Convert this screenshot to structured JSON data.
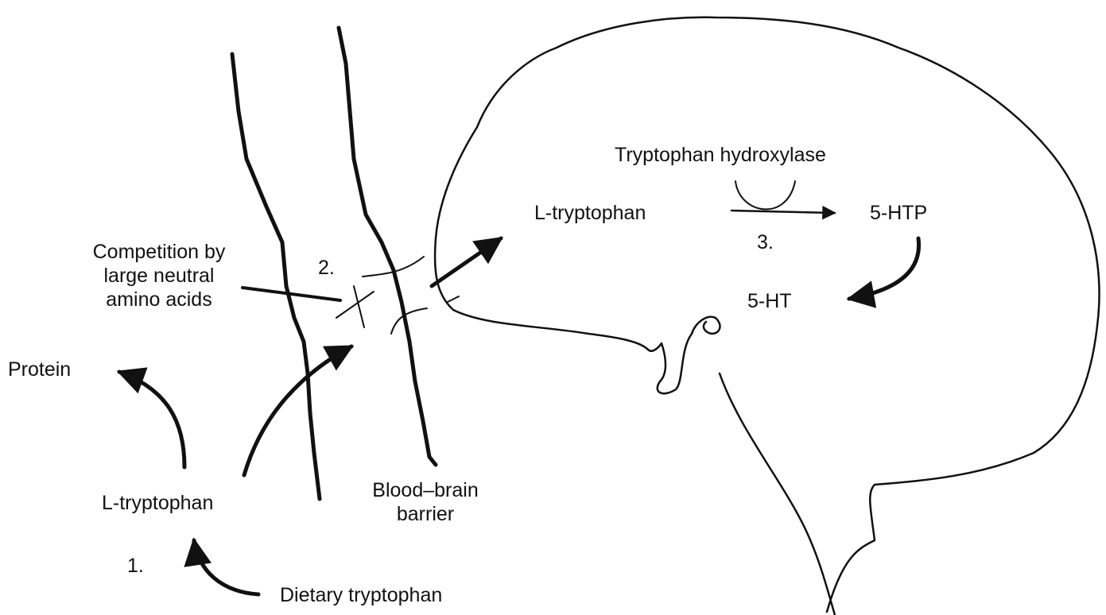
{
  "labels": {
    "protein": "Protein",
    "l_tryptophan_blood": "L-tryptophan",
    "step1": "1.",
    "dietary": "Dietary tryptophan",
    "competition_line1": "Competition by",
    "competition_line2": "large neutral",
    "competition_line3": "amino acids",
    "step2": "2.",
    "bbb_line1": "Blood–brain",
    "bbb_line2": "barrier",
    "enzyme": "Tryptophan hydroxylase",
    "l_tryptophan_brain": "L-tryptophan",
    "step3": "3.",
    "htp": "5-HTP",
    "ht": "5-HT"
  },
  "colors": {
    "ink": "#111111",
    "background": "#ffffff"
  }
}
